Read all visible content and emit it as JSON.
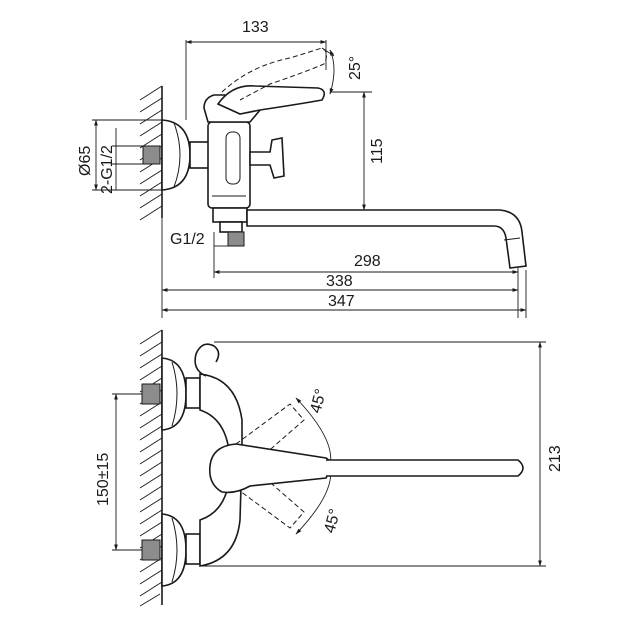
{
  "top_view": {
    "dim_width": "133",
    "dim_angle": "25°",
    "dim_height": "115",
    "dim_diameter": "Ø65",
    "dim_thread_pair": "2-G1/2",
    "dim_thread": "G1/2",
    "dim_spout": "298",
    "dim_overall_1": "338",
    "dim_overall_2": "347"
  },
  "front_view": {
    "dim_spacing": "150±15",
    "dim_angle_upper": "45°",
    "dim_angle_lower": "45°",
    "dim_height": "213"
  }
}
